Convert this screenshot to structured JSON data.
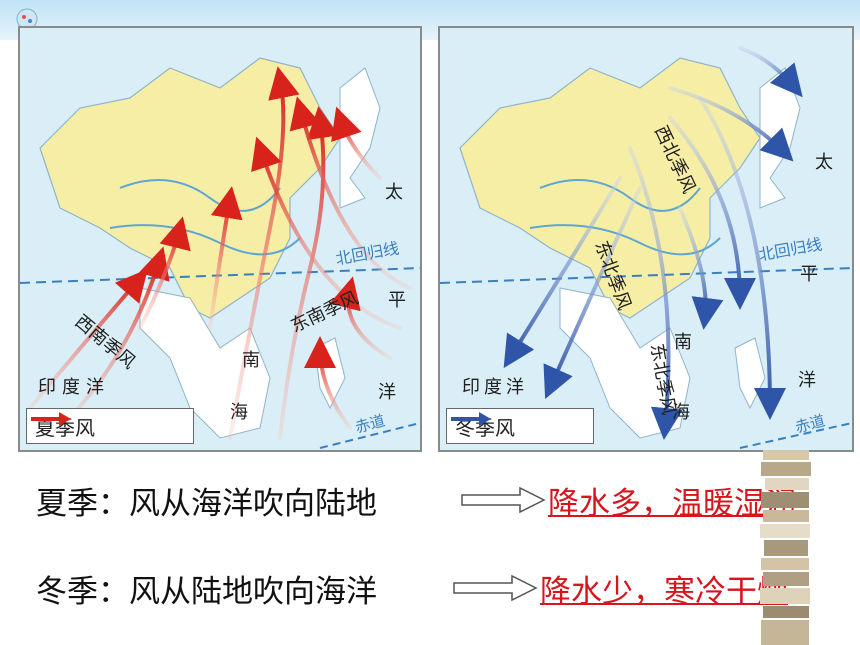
{
  "left_map": {
    "legend_label": "夏季风",
    "labels": {
      "southwest_monsoon": "西南季风",
      "southeast_monsoon": "东南季风",
      "tropic": "北回归线",
      "nan": "南",
      "hai": "海",
      "tai": "太",
      "ping": "平",
      "yang_pacific": "洋",
      "indian_ocean": "印度洋",
      "equator": "赤道"
    },
    "arrow_color": "#d8231c"
  },
  "right_map": {
    "legend_label": "冬季风",
    "labels": {
      "northwest_monsoon": "西北季风",
      "northeast_monsoon_1": "东北季风",
      "northeast_monsoon_2": "东北季风",
      "tropic": "北回归线",
      "nan": "南",
      "hai": "海",
      "tai": "太",
      "ping": "平",
      "yang_pacific": "洋",
      "indian_ocean": "印度洋",
      "equator": "赤道"
    },
    "arrow_color": "#2f55a8"
  },
  "statements": {
    "summer": "夏季：风从海洋吹向陆地",
    "summer_result": "降水多，温暖湿润",
    "winter": "冬季：风从陆地吹向海洋",
    "winter_result": "降水少，寒冷干燥"
  },
  "colors": {
    "land": "#f7eea6",
    "sea": "#d9eef7",
    "summer_wind": "#d8231c",
    "winter_wind": "#2f55a8",
    "result_text": "#d8141c"
  }
}
